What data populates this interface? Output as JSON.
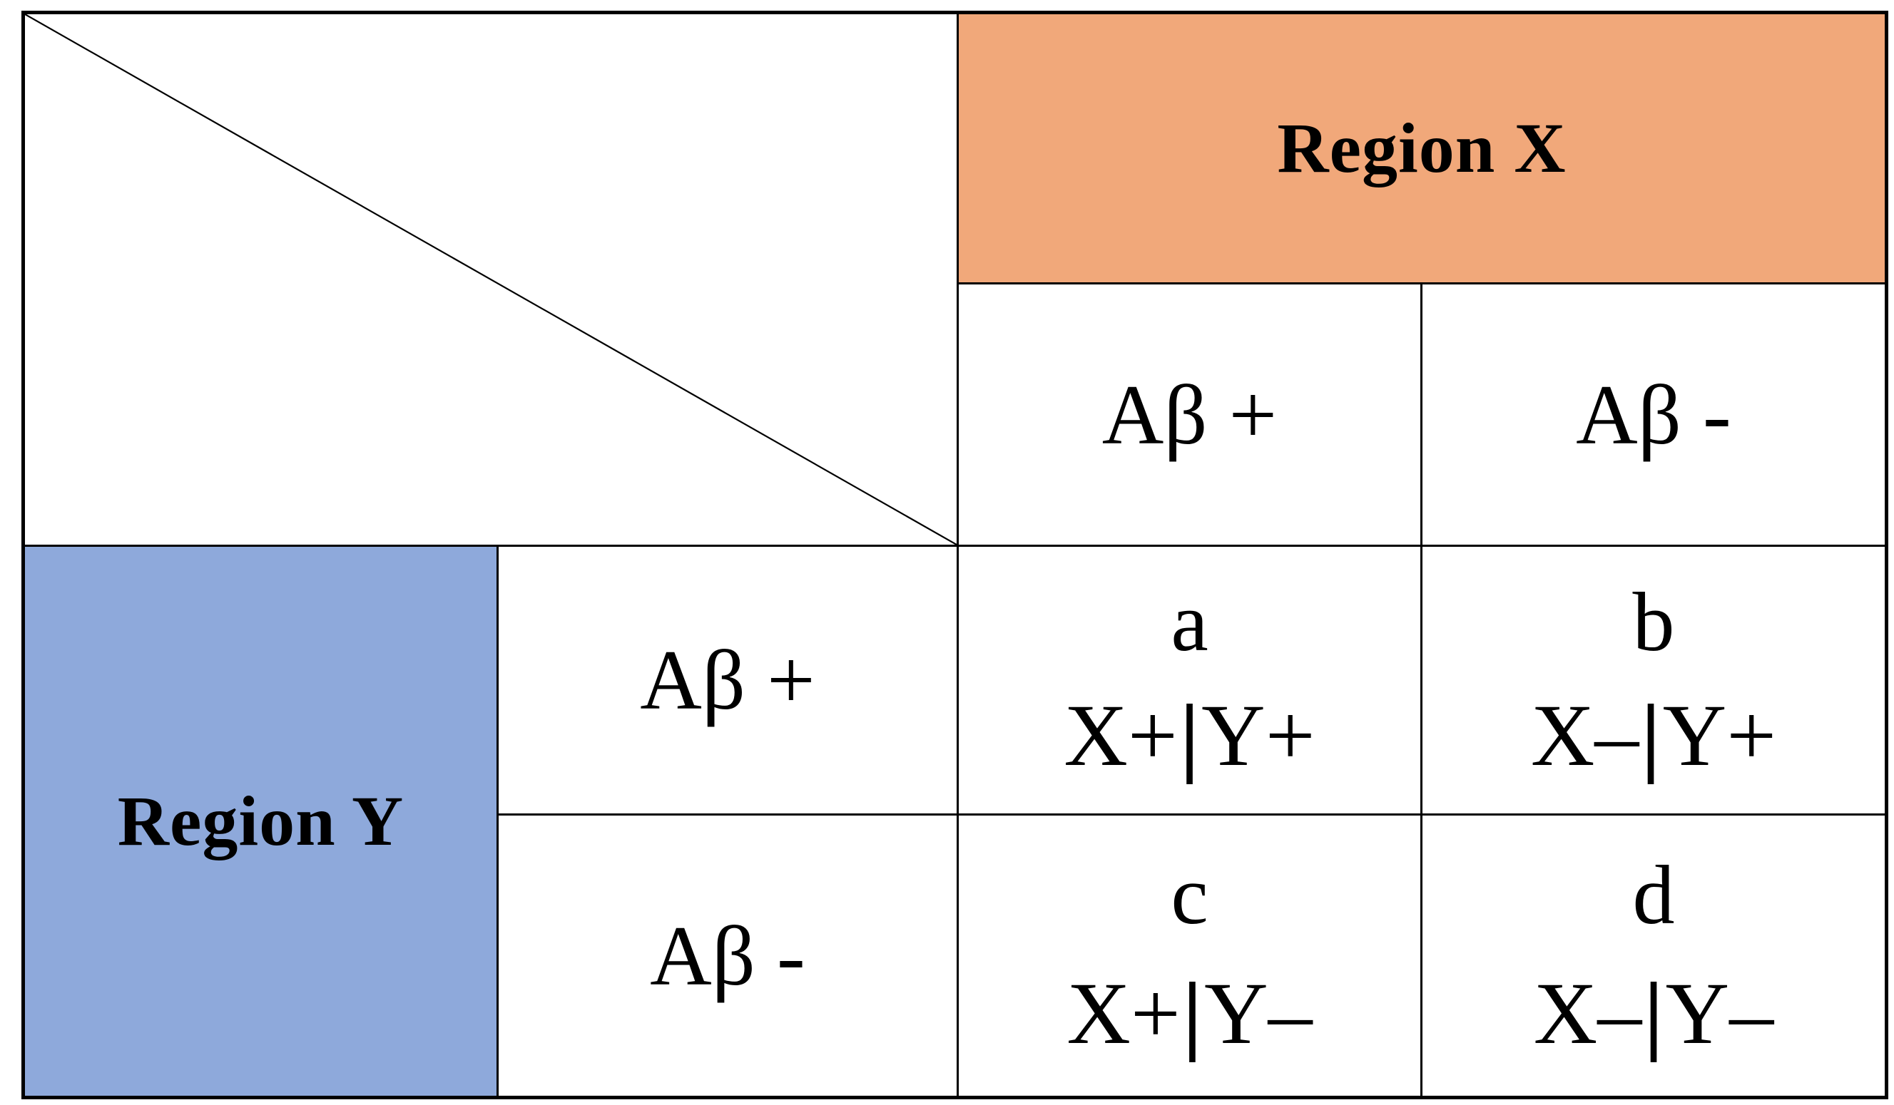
{
  "figure": {
    "type": "contingency-table",
    "column_group": {
      "label": "Region X"
    },
    "row_group": {
      "label": "Region Y"
    },
    "column_headers": [
      {
        "label": "Aβ +"
      },
      {
        "label": "Aβ -"
      }
    ],
    "row_headers": [
      {
        "label": "Aβ +"
      },
      {
        "label": "Aβ -"
      }
    ],
    "cells": [
      {
        "letter": "a",
        "left": "X+",
        "separator": "|",
        "right": "Y+"
      },
      {
        "letter": "b",
        "left": "X–",
        "separator": "|",
        "right": "Y+"
      },
      {
        "letter": "c",
        "left": "X+",
        "separator": "|",
        "right": "Y–"
      },
      {
        "letter": "d",
        "left": "X–",
        "separator": "|",
        "right": "Y–"
      }
    ]
  },
  "colors": {
    "region_x_fill": "#F1A87A",
    "region_y_fill": "#8EA9DB",
    "border": "#000000",
    "background": "#FFFFFF",
    "text": "#000000"
  }
}
